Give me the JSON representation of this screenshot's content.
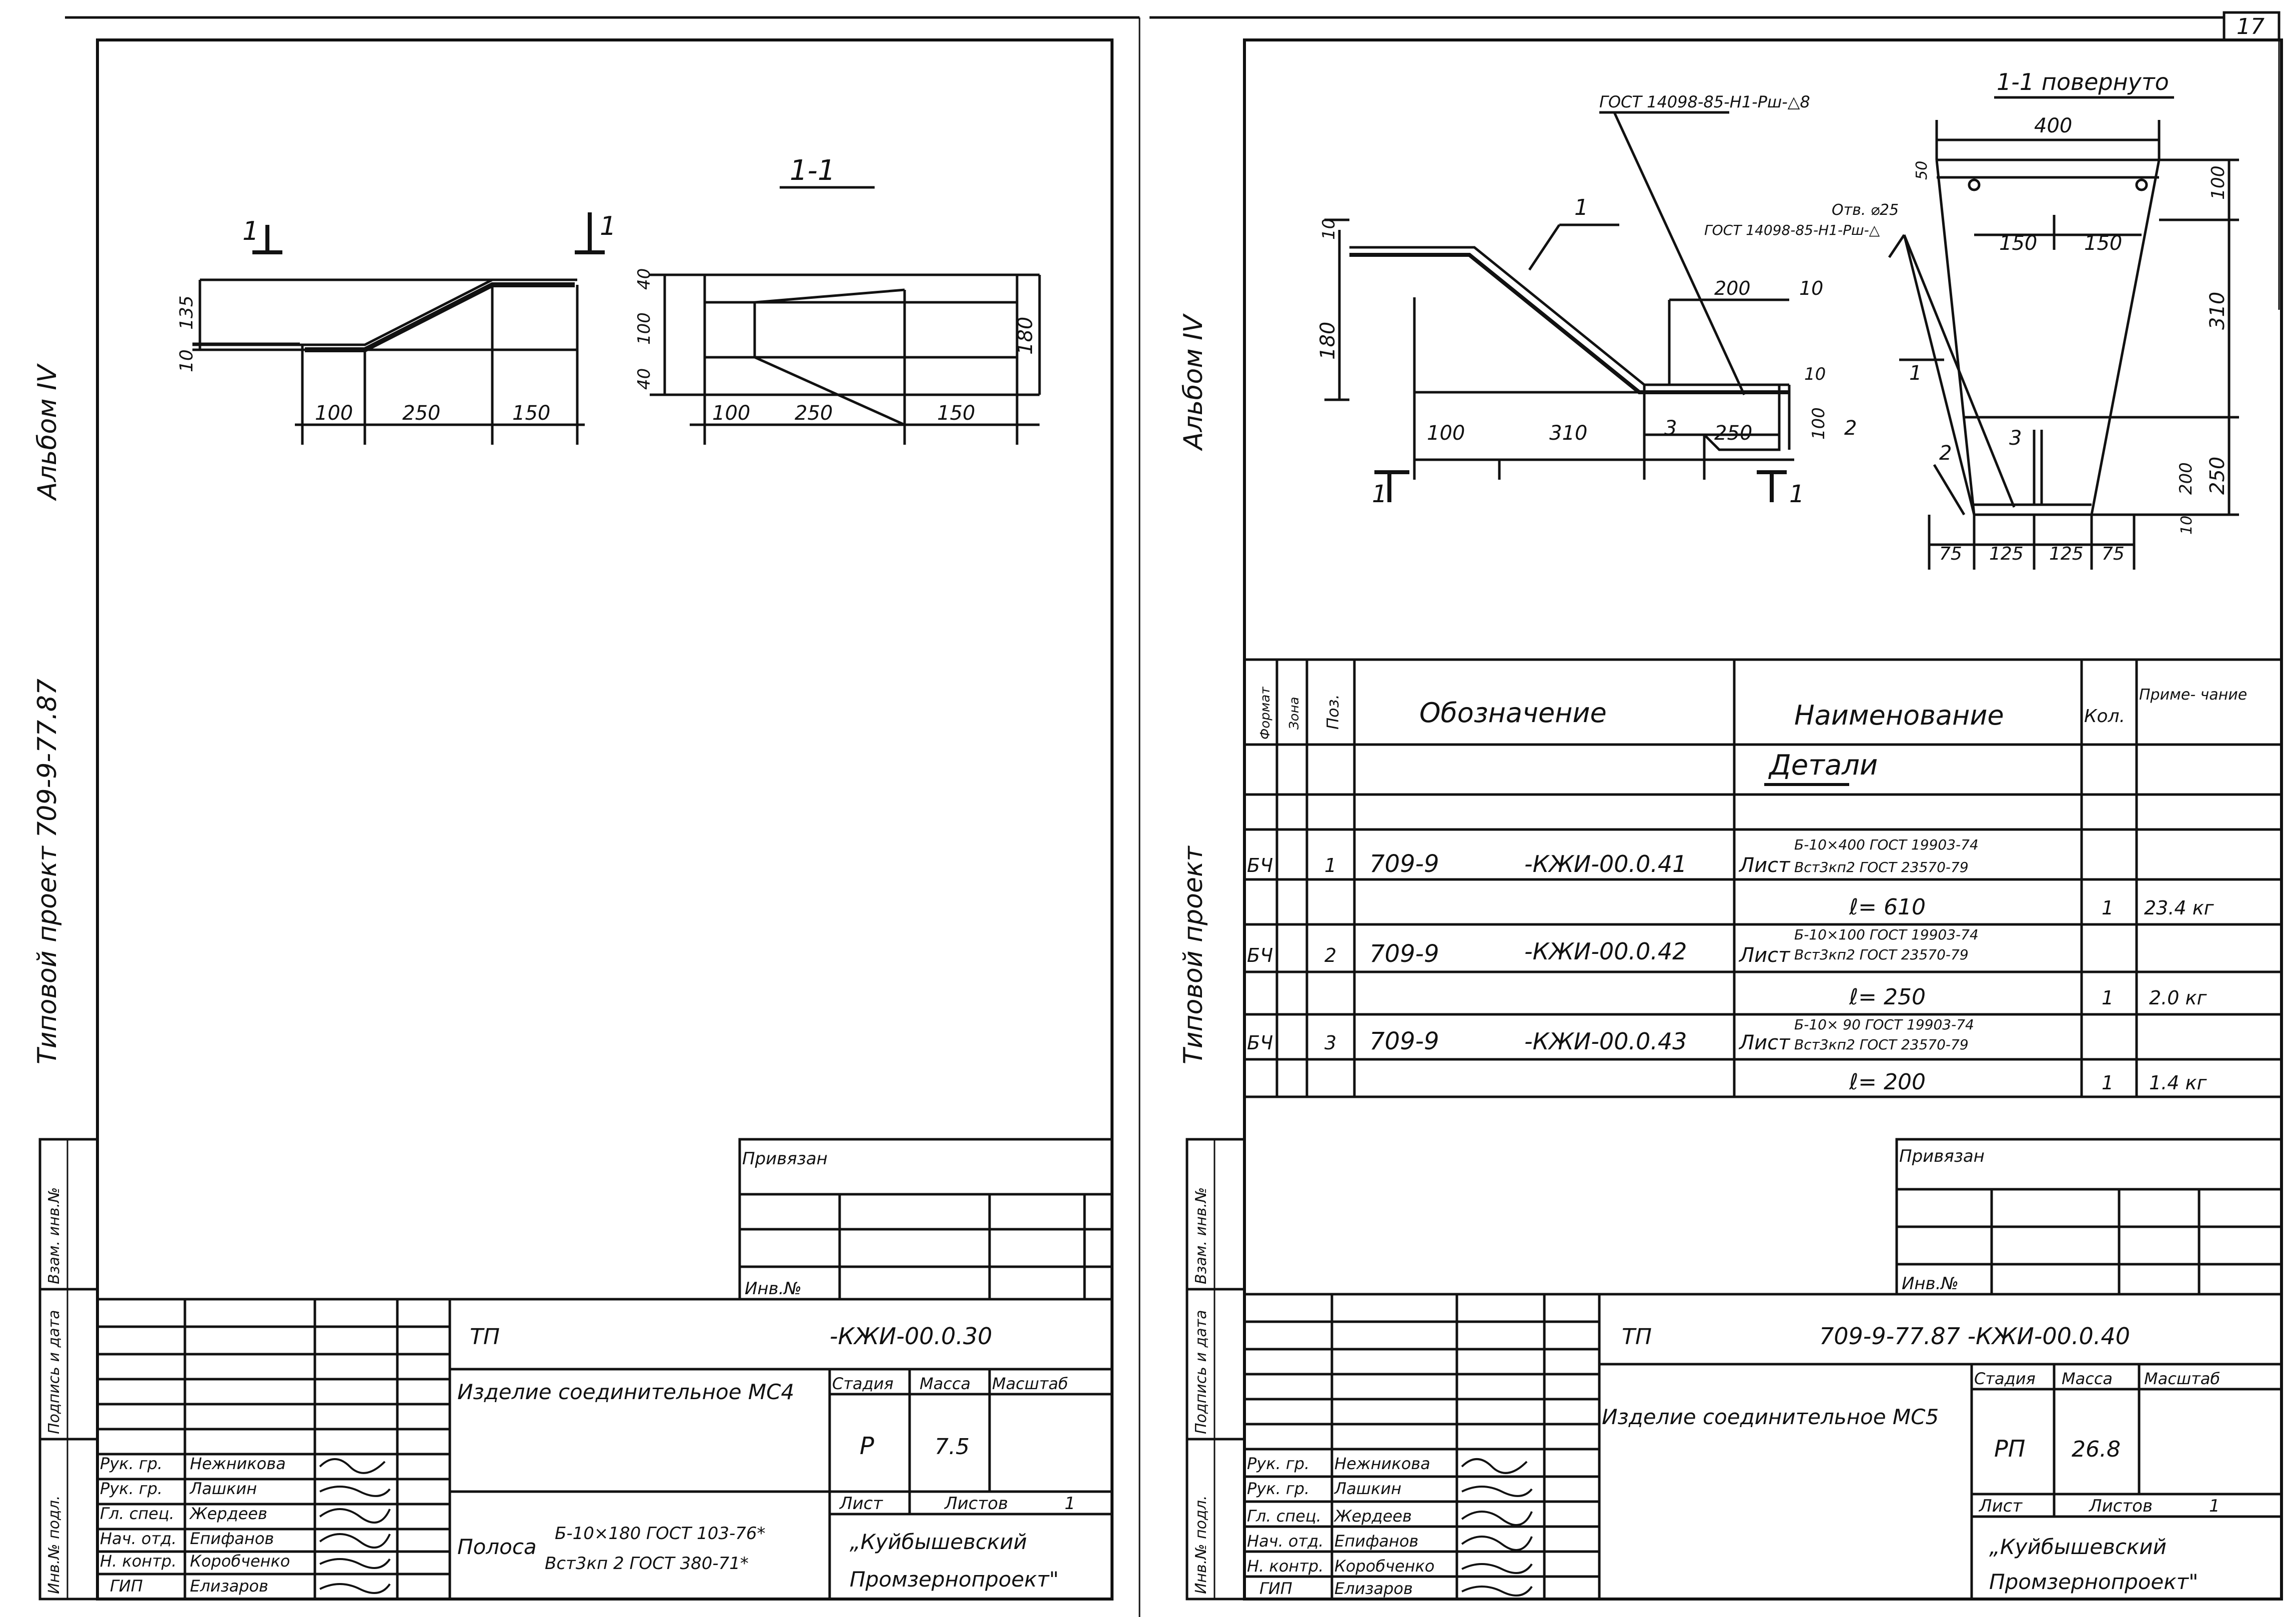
{
  "sheet_number": "17",
  "left_margin": {
    "album": "Альбом IV",
    "project": "Типовой проект 709-9-77.87",
    "stamp_labels": [
      "Инв.№ подл.",
      "Подпись и дата",
      "Взам. инв.№"
    ]
  },
  "right_margin": {
    "album": "Альбом IV",
    "project": "Типовой проект",
    "stamp_labels": [
      "Инв.№ подл.",
      "Подпись и дата",
      "Взам. инв.№"
    ]
  },
  "left_sheet": {
    "section_label": "1-1",
    "cut_marks": [
      "1",
      "1"
    ],
    "dims": {
      "elev": [
        "10",
        "135"
      ],
      "plan": [
        "100",
        "250",
        "150"
      ],
      "section_v": [
        "40",
        "100",
        "40"
      ],
      "section_h": [
        "100",
        "250",
        "150"
      ],
      "section_total": "180"
    },
    "privyazan": "Привязан",
    "inv": "Инв.№",
    "title_block": {
      "tp": "ТП",
      "code": "-КЖИ-00.0.30",
      "name": "Изделие соединительное МС4",
      "stage_h": "Стадия",
      "mass_h": "Масса",
      "scale_h": "Масштаб",
      "stage": "Р",
      "mass": "7.5",
      "sheet_h": "Лист",
      "sheets_h": "Листов",
      "sheets": "1",
      "material_label": "Полоса",
      "material_1": "Б-10×180 ГОСТ 103-76*",
      "material_2": "Вст3кп 2 ГОСТ 380-71*",
      "org_1": "„Куйбышевский",
      "org_2": "Промзернопроект\"",
      "roles": [
        "Рук. гр.",
        "Рук. гр.",
        "Гл. спец.",
        "Нач. отд.",
        "Н. контр.",
        "ГИП"
      ],
      "names": [
        "Нежникова",
        "Лашкин",
        "Жердеев",
        "Епифанов",
        "Коробченко",
        "Елизаров"
      ]
    }
  },
  "right_sheet": {
    "gost_1": "ГОСТ 14098-85-Н1-Рш-△8",
    "gost_2": "ГОСТ 14098-85-Н1-Рш-△",
    "hole": "Отв. ⌀25",
    "section_label": "1-1 повернуто",
    "cut_marks": [
      "1",
      "1"
    ],
    "part_labels": [
      "1",
      "2",
      "3",
      "1",
      "2",
      "3"
    ],
    "dims": {
      "elev_v": [
        "10",
        "180"
      ],
      "elev_h": [
        "100",
        "310",
        "250"
      ],
      "elev_det": [
        "200",
        "10",
        "10",
        "100"
      ],
      "sec_top": "400",
      "sec_inner": [
        "150",
        "150"
      ],
      "sec_right": [
        "100",
        "310",
        "250",
        "200",
        "10",
        "50"
      ],
      "sec_bottom": [
        "75",
        "125",
        "125",
        "75"
      ]
    },
    "spec_headers": {
      "format": "Формат",
      "zone": "Зона",
      "pos": "Поз.",
      "designation": "Обозначение",
      "name": "Наименование",
      "qty": "Кол.",
      "note": "Приме- чание"
    },
    "spec_section": "Детали",
    "spec_rows": [
      {
        "format": "БЧ",
        "pos": "1",
        "des_a": "709-9",
        "des_b": "-КЖИ-00.0.41",
        "kind": "Лист",
        "spec_top": "Б-10×400 ГОСТ 19903-74",
        "spec_bot": "Вст3кп2 ГОСТ 23570-79",
        "length": "ℓ= 610",
        "qty": "1",
        "note": "23.4 кг"
      },
      {
        "format": "БЧ",
        "pos": "2",
        "des_a": "709-9",
        "des_b": "-КЖИ-00.0.42",
        "kind": "Лист",
        "spec_top": "Б-10×100 ГОСТ 19903-74",
        "spec_bot": "Вст3кп2 ГОСТ 23570-79",
        "length": "ℓ= 250",
        "qty": "1",
        "note": "2.0 кг"
      },
      {
        "format": "БЧ",
        "pos": "3",
        "des_a": "709-9",
        "des_b": "-КЖИ-00.0.43",
        "kind": "Лист",
        "spec_top": "Б-10× 90 ГОСТ 19903-74",
        "spec_bot": "Вст3кп2 ГОСТ 23570-79",
        "length": "ℓ= 200",
        "qty": "1",
        "note": "1.4 кг"
      }
    ],
    "privyazan": "Привязан",
    "inv": "Инв.№",
    "title_block": {
      "tp": "ТП",
      "code": "709-9-77.87 -КЖИ-00.0.40",
      "name": "Изделие соединительное МС5",
      "stage_h": "Стадия",
      "mass_h": "Масса",
      "scale_h": "Масштаб",
      "stage": "РП",
      "mass": "26.8",
      "sheet_h": "Лист",
      "sheets_h": "Листов",
      "sheets": "1",
      "org_1": "„Куйбышевский",
      "org_2": "Промзернопроект\"",
      "roles": [
        "Рук. гр.",
        "Рук. гр.",
        "Гл. спец.",
        "Нач. отд.",
        "Н. контр.",
        "ГИП"
      ],
      "names": [
        "Нежникова",
        "Лашкин",
        "Жердеев",
        "Епифанов",
        "Коробченко",
        "Елизаров"
      ]
    }
  }
}
